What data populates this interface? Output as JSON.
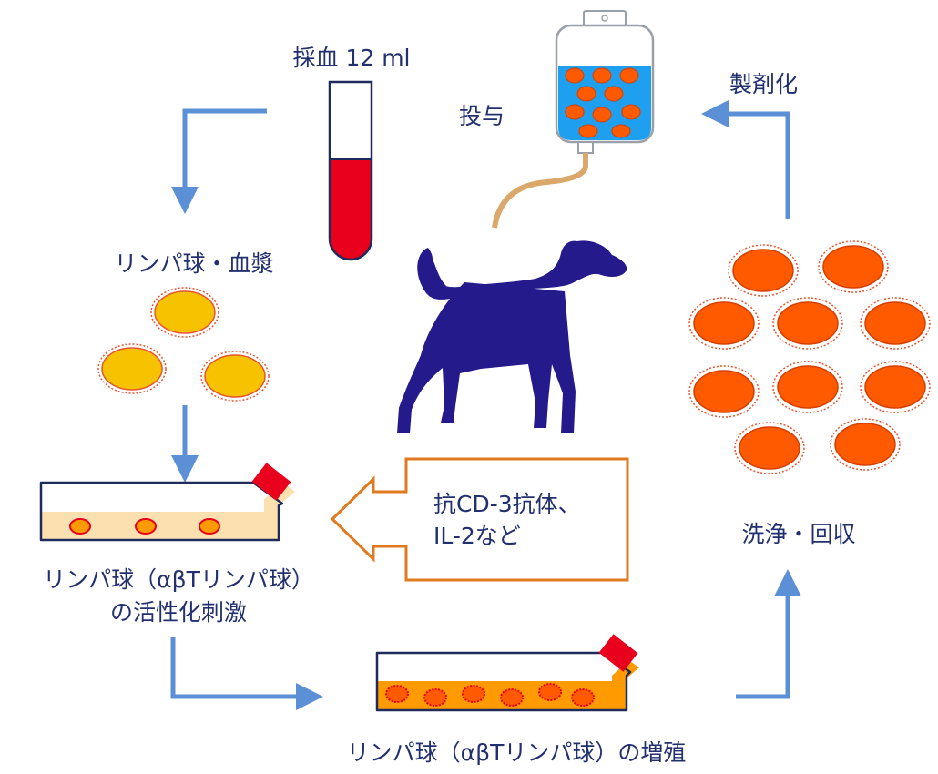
{
  "labels": {
    "blood_draw": "採血 12 ml",
    "administration": "投与",
    "formulation": "製剤化",
    "lymphocytes_plasma": "リンパ球・血漿",
    "stimulation_line1": "リンパ球（αβTリンパ球）",
    "stimulation_line2": "の活性化刺激",
    "wash_collect": "洗浄・回収",
    "proliferation": "リンパ球（αβTリンパ球）の増殖"
  },
  "callout": {
    "line1": "抗CD-3抗体、",
    "line2": "IL-2など"
  },
  "colors": {
    "arrow_blue": "#5b8fd6",
    "dog": "#241a8c",
    "blood_red": "#e8001c",
    "cell_yellow": "#f7c300",
    "cell_orange": "#ff5a00",
    "iv_fluid": "#1e9ff0",
    "flask_medium_light": "#fde0b0",
    "flask_medium_dark": "#ff9b00",
    "flask_cap": "#e8001c",
    "tube_line": "#d9a86a",
    "callout_border": "#e07a1f"
  }
}
